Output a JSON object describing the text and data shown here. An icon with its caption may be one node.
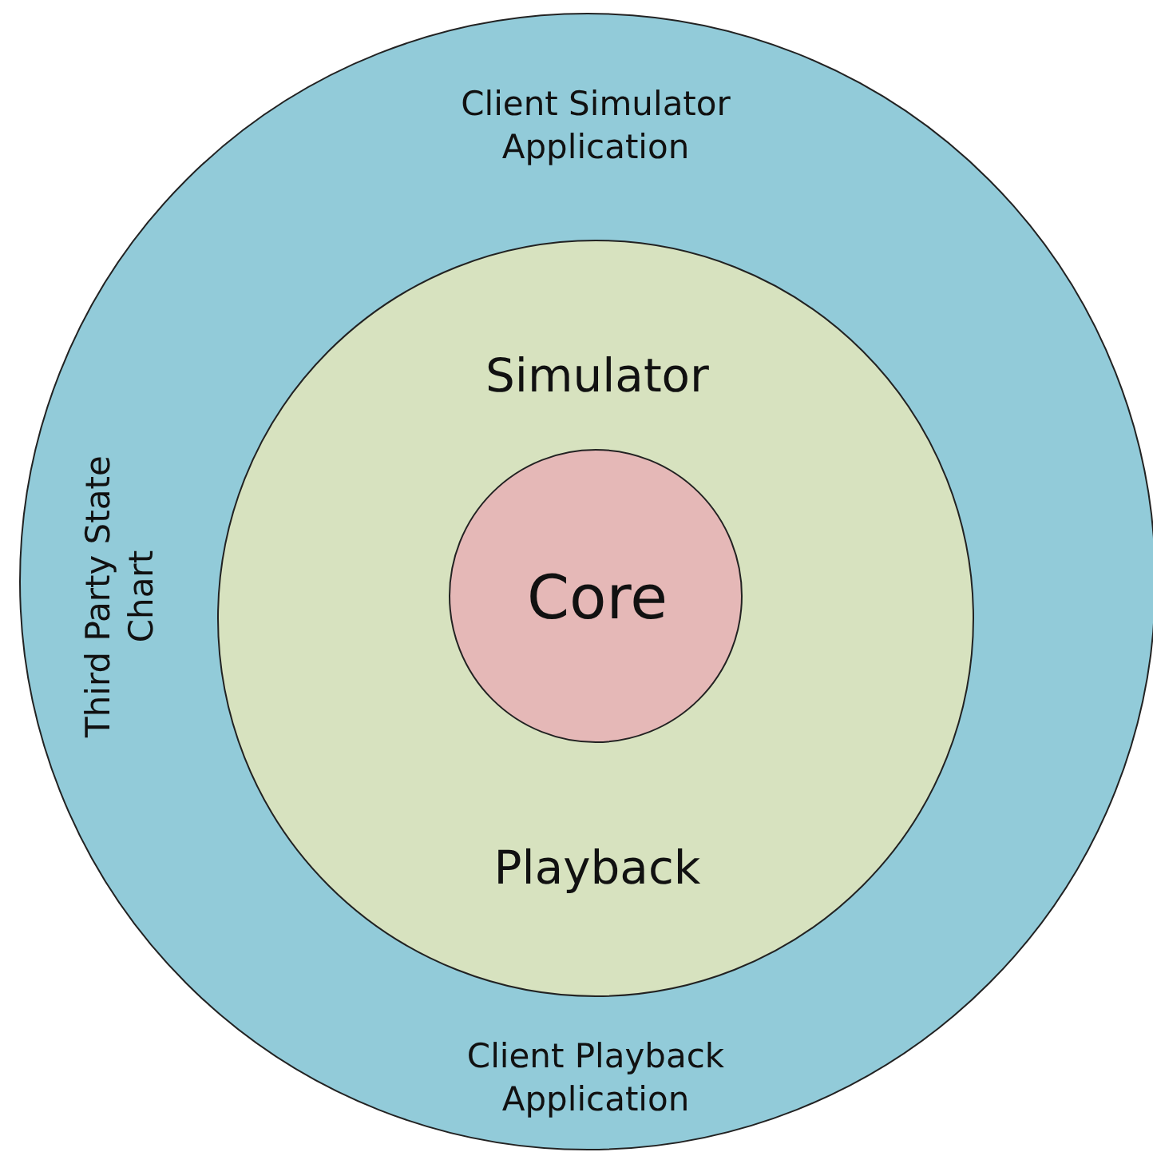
{
  "diagram": {
    "nodes": [
      {
        "text": [
          "Client Simulator Application",
          "Third Party State Chart",
          "Client Playback Application"
        ]
      },
      {
        "text": [
          "Simulator",
          "Playback"
        ],
        "in": 0
      },
      {
        "text": [
          "Core"
        ],
        "in": 1
      }
    ]
  }
}
